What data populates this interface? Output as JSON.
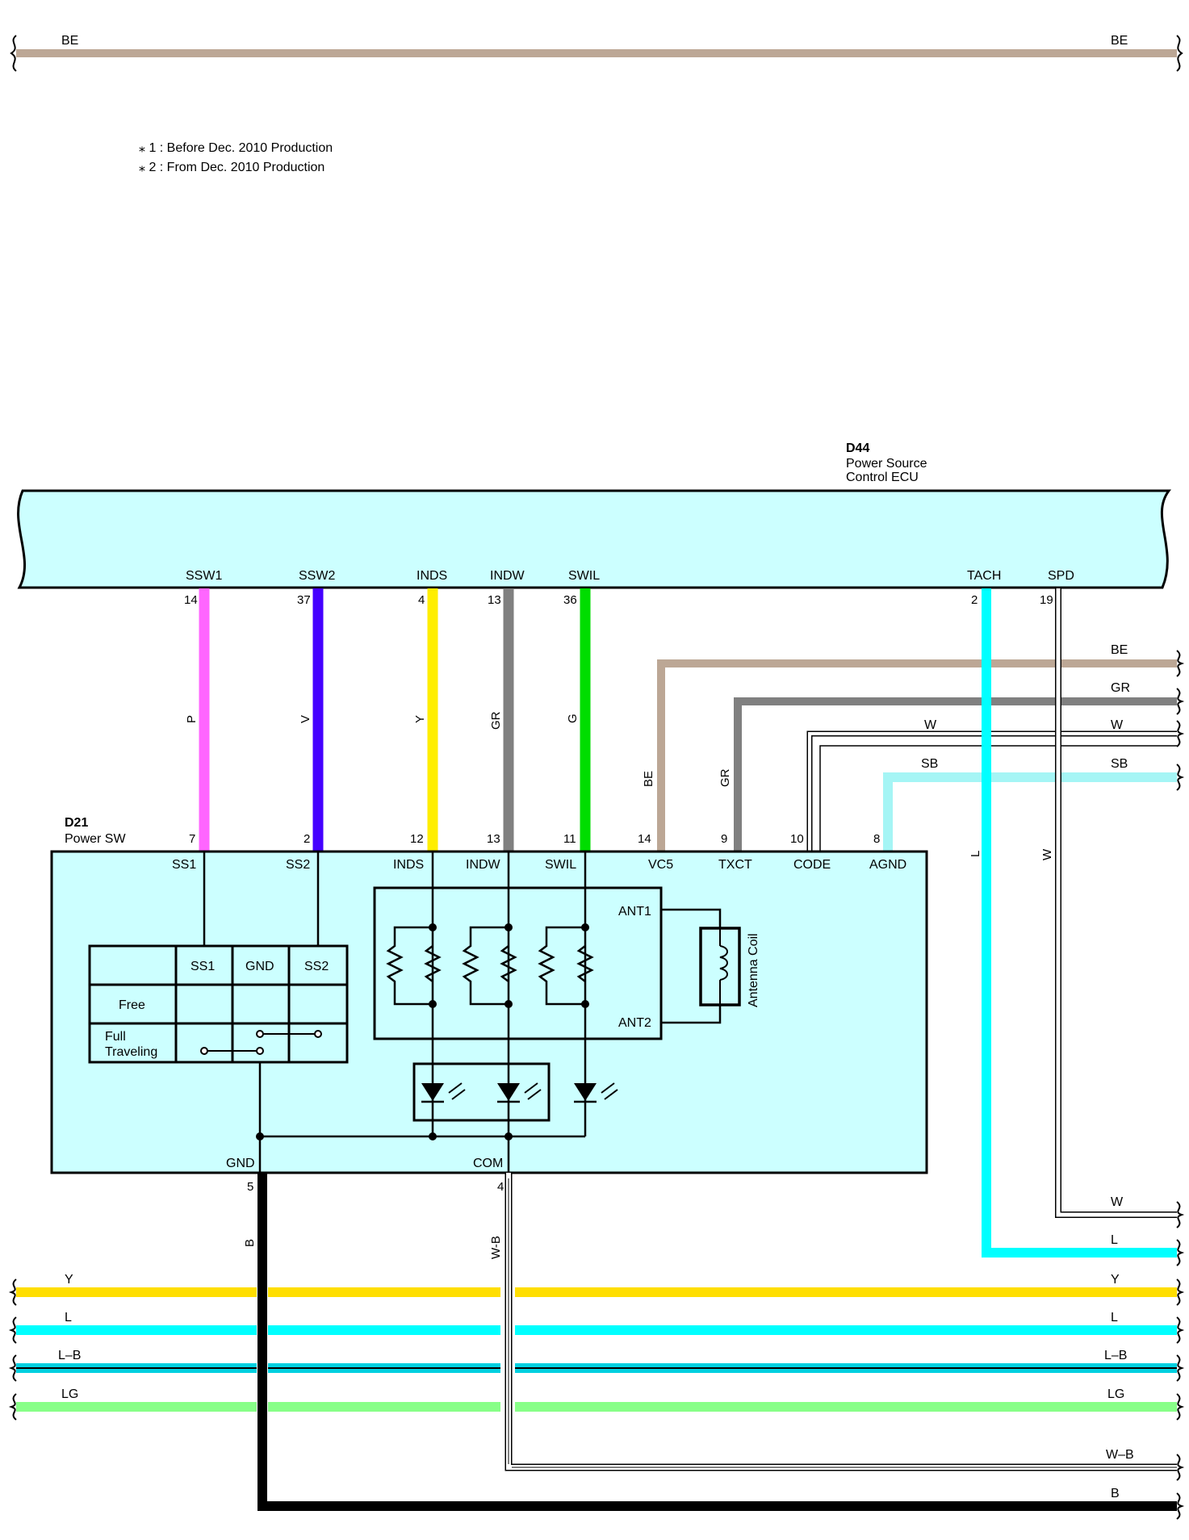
{
  "notes": [
    "⁎ 1 : Before Dec.  2010 Production",
    "⁎ 2 : From Dec.  2010 Production"
  ],
  "colors": {
    "BE": "#bca795",
    "GR": "#808080",
    "W": "#ffffff",
    "SB": "#a5f5f5",
    "L": "#00ffff",
    "Y": "#ffde00",
    "LB": "#00d0e0",
    "LG": "#88ff88",
    "B": "#000000",
    "P": "#ff66ff",
    "V": "#4400ff",
    "YW": "#ffee00",
    "G": "#00dd00",
    "ecu_fill": "#ccffff"
  },
  "top_wire": {
    "left": "BE",
    "right": "BE"
  },
  "d44": {
    "code": "D44",
    "name1": "Power Source",
    "name2": "Control ECU",
    "pins": [
      {
        "label": "SSW1",
        "num": "14",
        "wire": "P"
      },
      {
        "label": "SSW2",
        "num": "37",
        "wire": "V"
      },
      {
        "label": "INDS",
        "num": "4",
        "wire": "Y"
      },
      {
        "label": "INDW",
        "num": "13",
        "wire": "GR"
      },
      {
        "label": "SWIL",
        "num": "36",
        "wire": "G"
      },
      {
        "label": "TACH",
        "num": "2",
        "wire": "L"
      },
      {
        "label": "SPD",
        "num": "19",
        "wire": "W"
      }
    ]
  },
  "d21": {
    "code": "D21",
    "name": "Power SW",
    "pins": [
      {
        "label": "SS1",
        "num": "7"
      },
      {
        "label": "SS2",
        "num": "2"
      },
      {
        "label": "INDS",
        "num": "12"
      },
      {
        "label": "INDW",
        "num": "13"
      },
      {
        "label": "SWIL",
        "num": "11"
      },
      {
        "label": "VC5",
        "num": "14",
        "wire": "BE"
      },
      {
        "label": "TXCT",
        "num": "9",
        "wire": "GR"
      },
      {
        "label": "CODE",
        "num": "10"
      },
      {
        "label": "AGND",
        "num": "8"
      }
    ],
    "gnd": {
      "label": "GND",
      "num": "5",
      "wire": "B"
    },
    "com": {
      "label": "COM",
      "num": "4",
      "wire": "W-B"
    },
    "table": {
      "cols": [
        "SS1",
        "GND",
        "SS2"
      ],
      "rows": [
        "Free",
        "Full",
        "Traveling"
      ]
    },
    "ant1": "ANT1",
    "ant2": "ANT2",
    "antenna": "Antenna Coil"
  },
  "right_wires": [
    "BE",
    "GR",
    "W",
    "W",
    "SB",
    "SB",
    "W",
    "L"
  ],
  "wire_l_down": "L",
  "wire_w_down": "W",
  "bus": [
    {
      "left": "Y",
      "right": "Y"
    },
    {
      "left": "L",
      "right": "L"
    },
    {
      "left": "L–B",
      "right": "L–B"
    },
    {
      "left": "LG",
      "right": "LG"
    }
  ],
  "bottom_right": [
    "W–B",
    "B"
  ]
}
